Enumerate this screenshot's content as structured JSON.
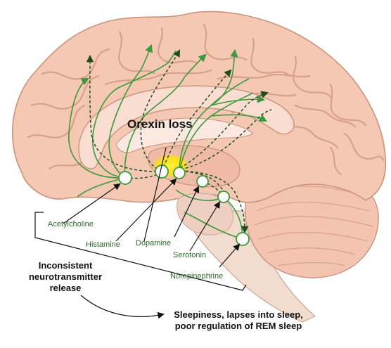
{
  "title": "Orexin loss",
  "neurotransmitters": [
    "Acetylcholine",
    "Histamine",
    "Dopamine",
    "Serotonin",
    "Norepinephrine"
  ],
  "cause": "Inconsistent neurotransmitter release",
  "effect": "Sleepiness, lapses into sleep, poor regulation of REM sleep",
  "colors": {
    "brain": "#f5c8b4",
    "brain_outline": "#c9937c",
    "gyri": "#d9a08a",
    "pathway": "#3a9a3a",
    "dashed": "#1f4d1f",
    "orexin_highlight": "#ffe600",
    "brainstem": "#f2dcd0"
  }
}
